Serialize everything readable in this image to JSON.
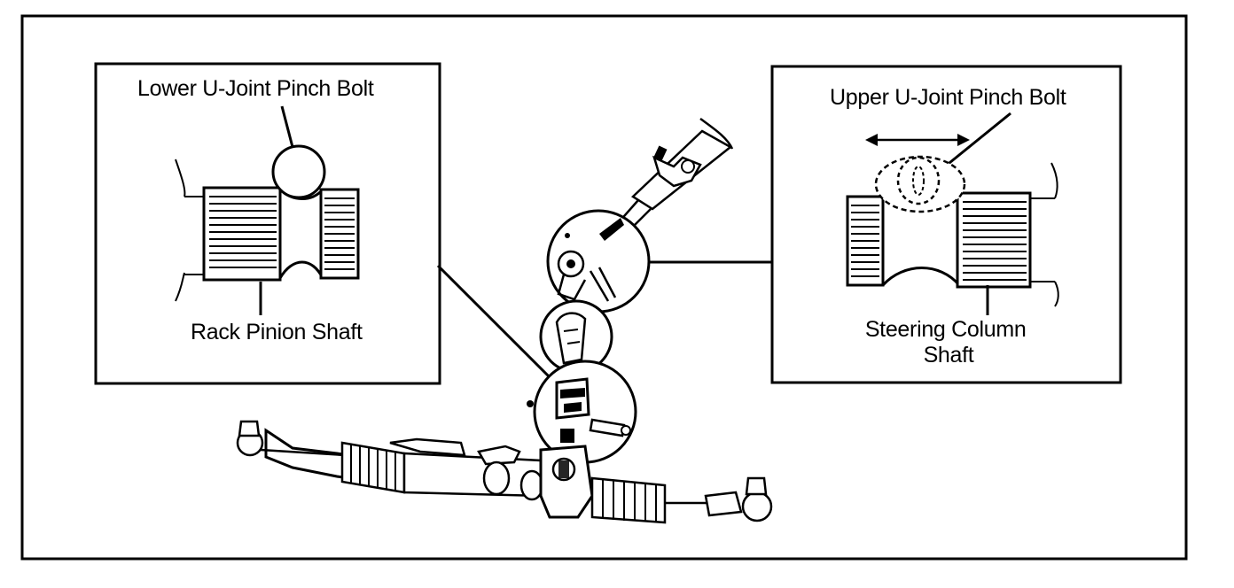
{
  "callouts": {
    "lower_pinch_bolt": "Lower U-Joint Pinch Bolt",
    "rack_pinion_shaft": "Rack Pinion Shaft",
    "upper_pinch_bolt": "Upper U-Joint Pinch Bolt",
    "steering_column_shaft_line1": "Steering Column",
    "steering_column_shaft_line2": "Shaft"
  },
  "colors": {
    "ink": "#000000",
    "paper": "#ffffff"
  }
}
